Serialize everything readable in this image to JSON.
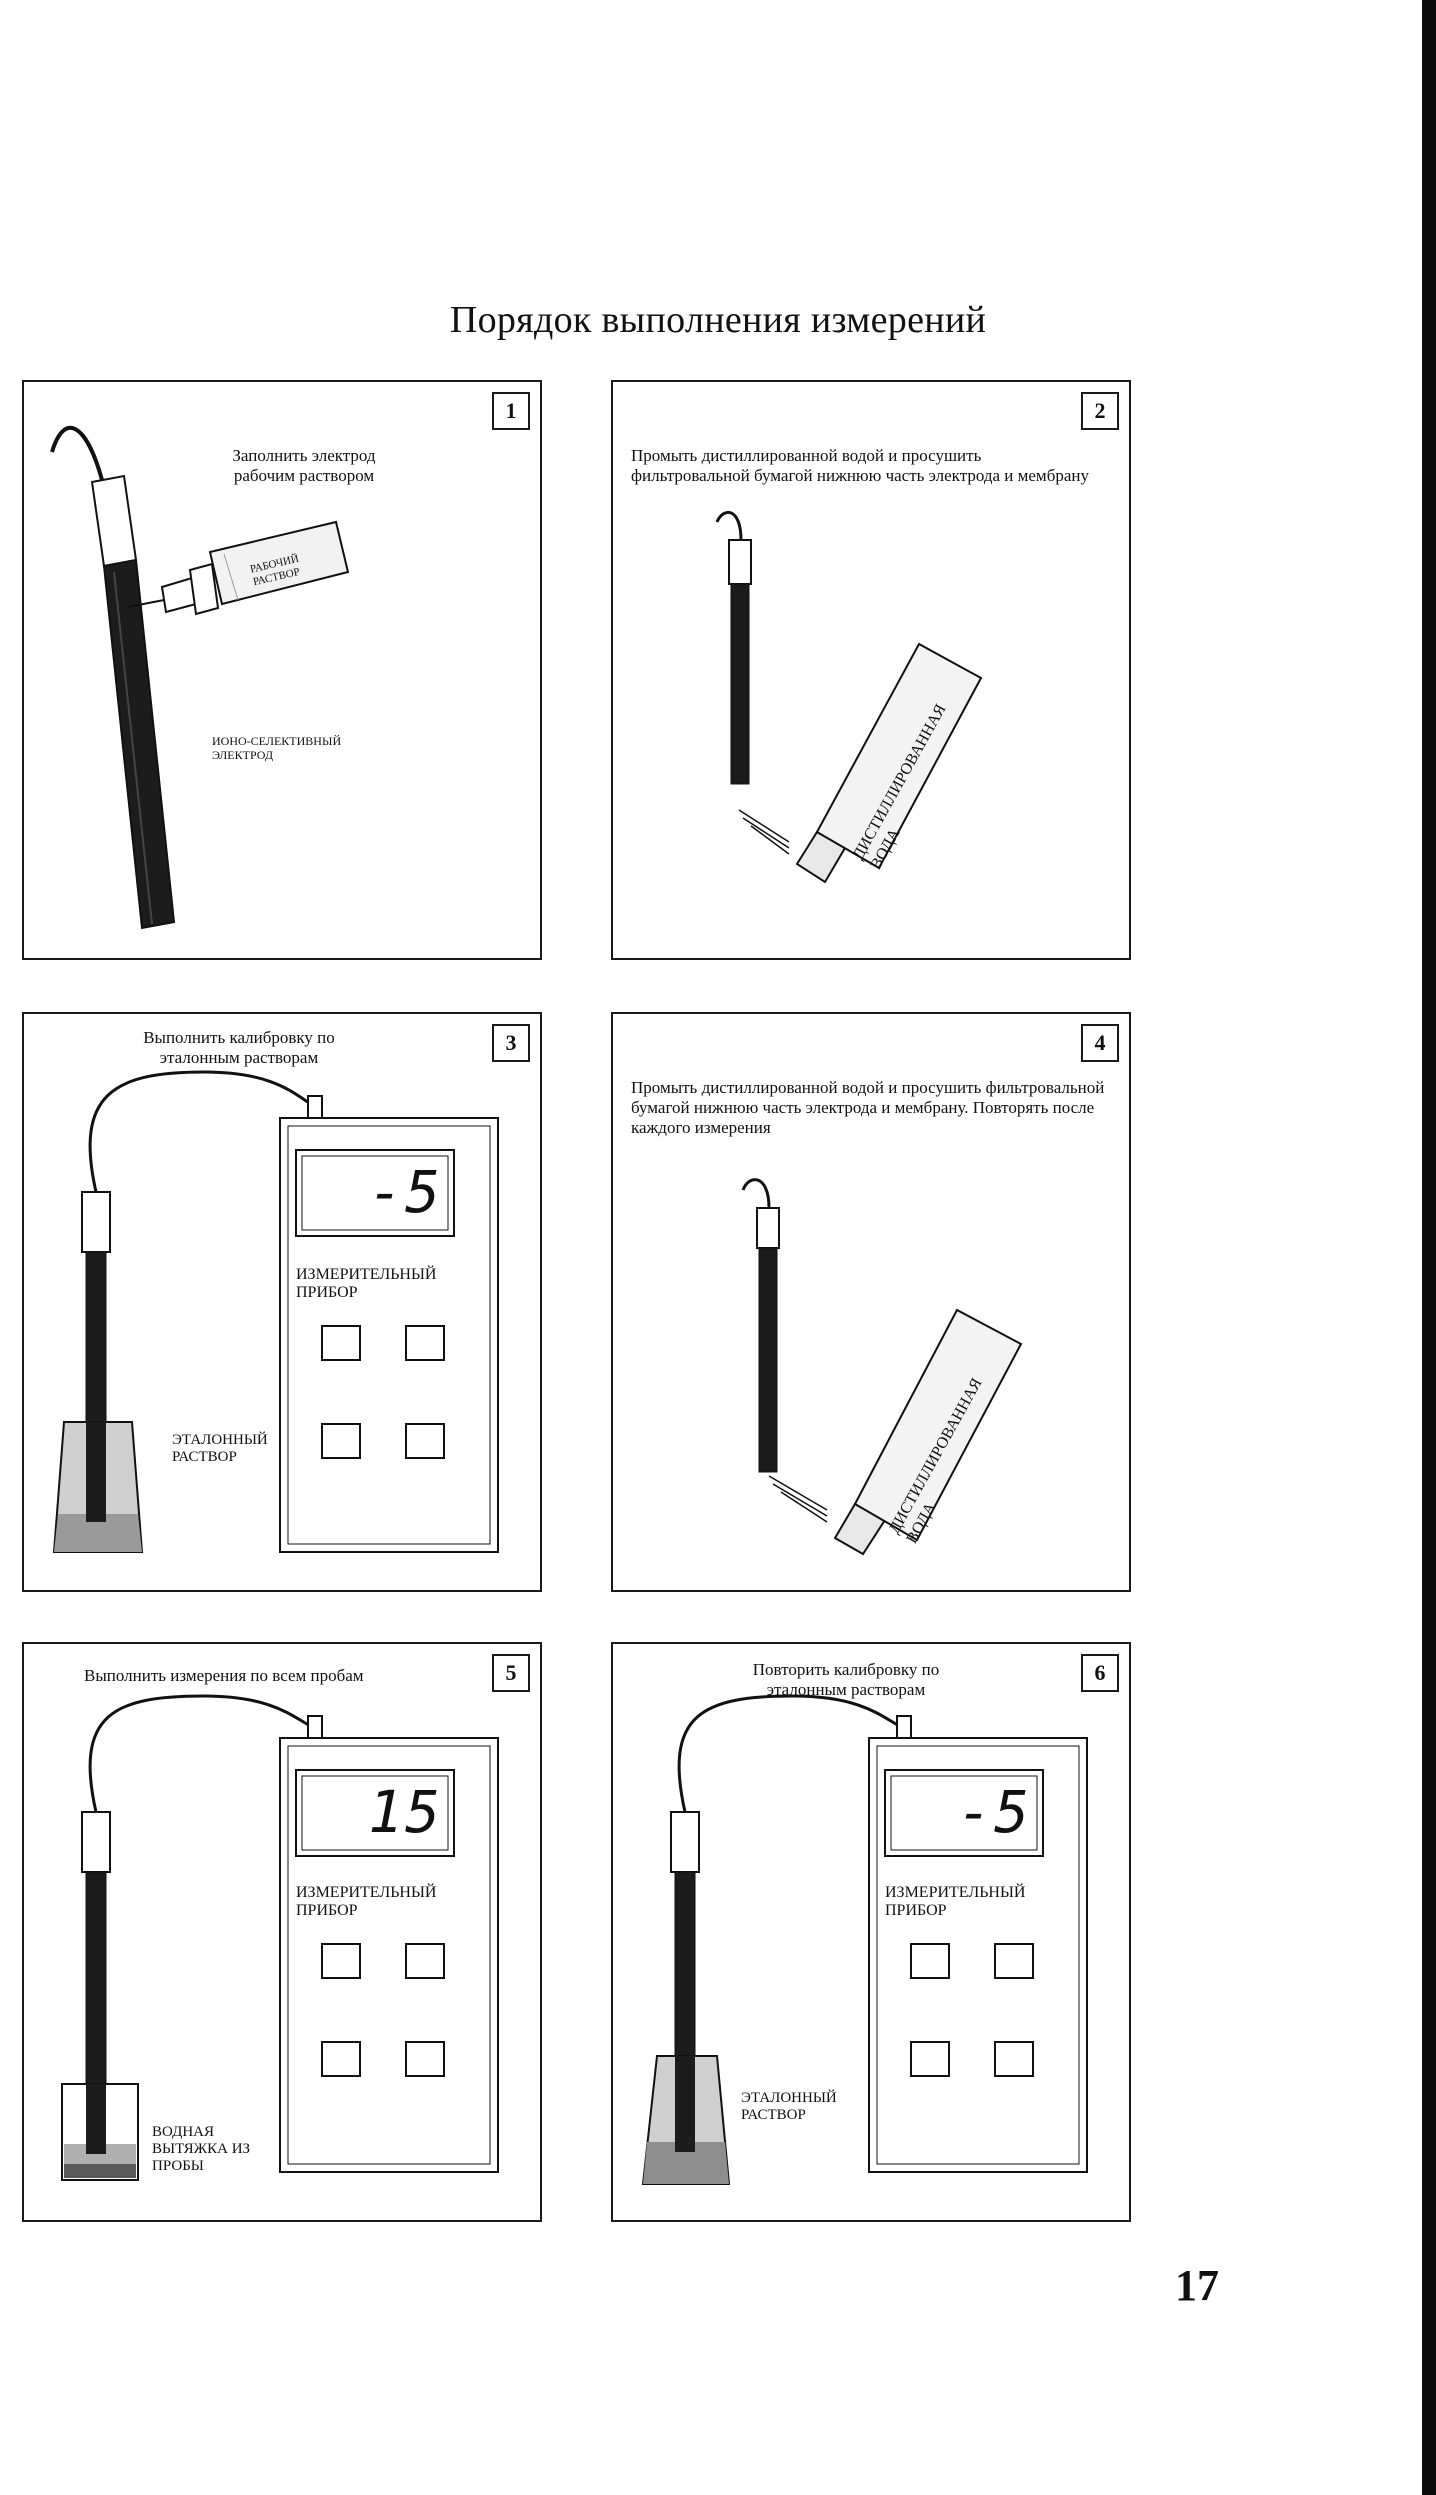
{
  "page": {
    "title": "Порядок выполнения измерений",
    "page_number": "17"
  },
  "panels": [
    {
      "number": "1",
      "instruction": "Заполнить электрод рабочим раствором",
      "labels": {
        "bottle": "РАБОЧИЙ РАСТВОР",
        "electrode": "ИОНО-СЕЛЕКТИВНЫЙ ЭЛЕКТРОД"
      }
    },
    {
      "number": "2",
      "instruction": "Промыть дистиллированной водой и просушить фильтровальной бумагой нижнюю часть электрода и мембрану",
      "labels": {
        "bottle": "ДИСТИЛЛИРОВАННАЯ ВОДА"
      }
    },
    {
      "number": "3",
      "instruction": "Выполнить калибровку по эталонным растворам",
      "display": "-5",
      "labels": {
        "device": "ИЗМЕРИТЕЛЬНЫЙ ПРИБОР",
        "beaker": "ЭТАЛОННЫЙ РАСТВОР"
      }
    },
    {
      "number": "4",
      "instruction": "Промыть дистиллированной водой и просушить фильтровальной бумагой нижнюю часть электрода и мембрану. Повторять после каждого измерения",
      "labels": {
        "bottle": "ДИСТИЛЛИРОВАННАЯ ВОДА"
      }
    },
    {
      "number": "5",
      "instruction": "Выполнить измерения по всем пробам",
      "display": "15",
      "labels": {
        "device": "ИЗМЕРИТЕЛЬНЫЙ ПРИБОР",
        "beaker": "ВОДНАЯ ВЫТЯЖКА ИЗ ПРОБЫ"
      }
    },
    {
      "number": "6",
      "instruction": "Повторить калибровку по эталонным растворам",
      "display": "-5",
      "labels": {
        "device": "ИЗМЕРИТЕЛЬНЫЙ ПРИБОР",
        "beaker": "ЭТАЛОННЫЙ РАСТВОР"
      }
    }
  ]
}
